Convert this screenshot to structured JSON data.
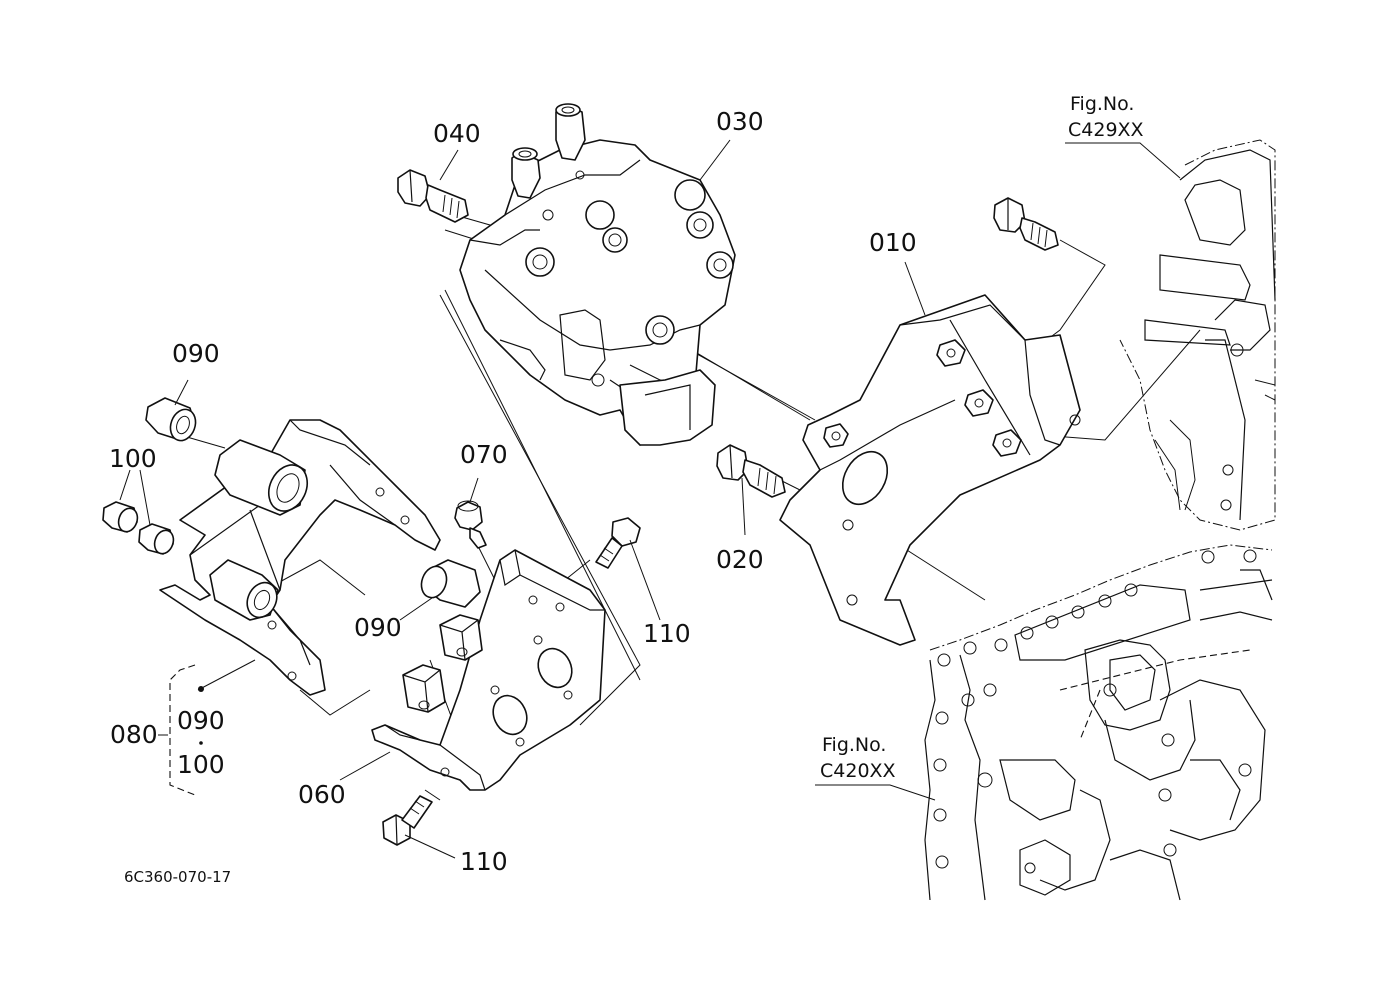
{
  "diagram": {
    "drawing_code": "6C360-070-17",
    "parts": [
      {
        "id": "p010",
        "label": "010"
      },
      {
        "id": "p020",
        "label": "020"
      },
      {
        "id": "p030",
        "label": "030"
      },
      {
        "id": "p040",
        "label": "040"
      },
      {
        "id": "p060",
        "label": "060"
      },
      {
        "id": "p070",
        "label": "070"
      },
      {
        "id": "p090a",
        "label": "090"
      },
      {
        "id": "p090b",
        "label": "090"
      },
      {
        "id": "p100",
        "label": "100"
      },
      {
        "id": "p110a",
        "label": "110"
      },
      {
        "id": "p110b",
        "label": "110"
      }
    ],
    "assembly": {
      "label": "080",
      "includes": [
        "090",
        "100"
      ]
    },
    "figure_refs": [
      {
        "prefix": "Fig.No.",
        "number": "C429XX"
      },
      {
        "prefix": "Fig.No.",
        "number": "C420XX"
      }
    ]
  }
}
